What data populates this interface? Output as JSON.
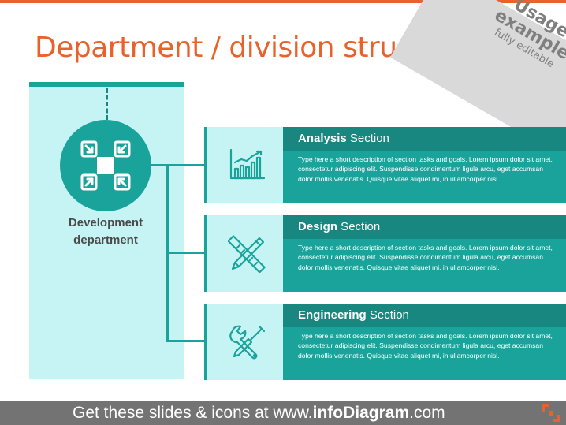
{
  "slide": {
    "title": "Department / division structure"
  },
  "banner": {
    "line1": "Usage",
    "line2": "example",
    "line3": "fully editable"
  },
  "department": {
    "label_line1": "Development",
    "label_line2": "department",
    "icon": "hierarchy-arrows-icon"
  },
  "sections": [
    {
      "name_bold": "Analysis",
      "name_rest": " Section",
      "icon": "bar-chart-icon",
      "description": "Type here a short description of section tasks and goals. Lorem ipsum dolor sit amet, consectetur adipiscing elit. Suspendisse condimentum ligula arcu, eget accumsan dolor mollis venenatis. Quisque vitae aliquet mi, in ullamcorper nisl."
    },
    {
      "name_bold": "Design",
      "name_rest": " Section",
      "icon": "pencil-ruler-icon",
      "description": "Type here a short description of section tasks and goals. Lorem ipsum dolor sit amet, consectetur adipiscing elit. Suspendisse condimentum ligula arcu, eget accumsan dolor mollis venenatis. Quisque vitae aliquet mi, in ullamcorper nisl."
    },
    {
      "name_bold": "Engineering",
      "name_rest": " Section",
      "icon": "wrench-screwdriver-icon",
      "description": "Type here a short description of section tasks and goals. Lorem ipsum dolor sit amet, consectetur adipiscing elit. Suspendisse condimentum ligula arcu, eget accumsan dolor mollis venenatis. Quisque vitae aliquet mi, in ullamcorper nisl."
    }
  ],
  "footer": {
    "prefix": "Get these slides & icons at www.",
    "brand": "infoDiagram",
    "suffix": ".com"
  },
  "colors": {
    "accent_orange": "#e8622c",
    "teal": "#1aa39b",
    "teal_dark": "#18877f",
    "teal_light": "#c6f4f4",
    "footer_gray": "#737373"
  }
}
